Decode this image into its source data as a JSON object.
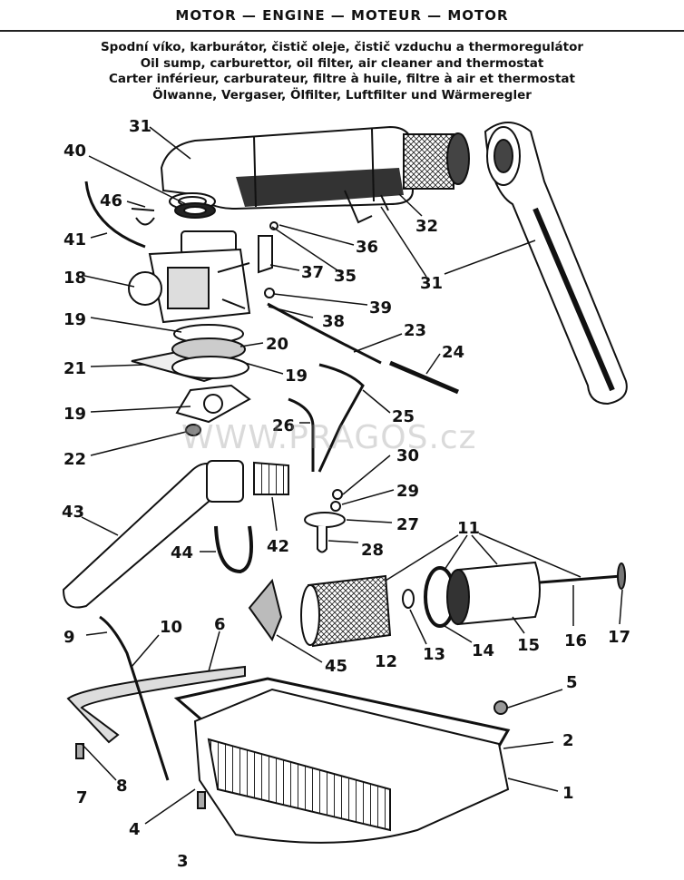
{
  "header": {
    "title": "MOTOR — ENGINE — MOTEUR — MOTOR"
  },
  "subtitles": [
    "Spodní víko, karburátor, čistič oleje, čistič vzduchu a thermoregulátor",
    "Oil sump, carburettor, oil filter, air cleaner and thermostat",
    "Carter inférieur, carburateur, filtre à huile, filtre à air et thermostat",
    "Ölwanne, Vergaser, Ölfilter, Luftfilter und Wärmeregler"
  ],
  "watermark": "WWW.PRAGOS.cz",
  "part_labels": {
    "p31a": "31",
    "p40": "40",
    "p46": "46",
    "p41": "41",
    "p18": "18",
    "p32": "32",
    "p36": "36",
    "p35": "35",
    "p37": "37",
    "p31b": "31",
    "p39": "39",
    "p38": "38",
    "p19a": "19",
    "p20": "20",
    "p23": "23",
    "p24": "24",
    "p21": "21",
    "p19b": "19",
    "p19c": "19",
    "p26": "26",
    "p25": "25",
    "p22": "22",
    "p30": "30",
    "p29": "29",
    "p43": "43",
    "p42": "42",
    "p27": "27",
    "p44": "44",
    "p28": "28",
    "p11": "11",
    "p9": "9",
    "p10": "10",
    "p6": "6",
    "p45": "45",
    "p12": "12",
    "p13": "13",
    "p14": "14",
    "p15": "15",
    "p16": "16",
    "p17": "17",
    "p5": "5",
    "p2": "2",
    "p8": "8",
    "p7": "7",
    "p1": "1",
    "p4": "4",
    "p3": "3"
  }
}
